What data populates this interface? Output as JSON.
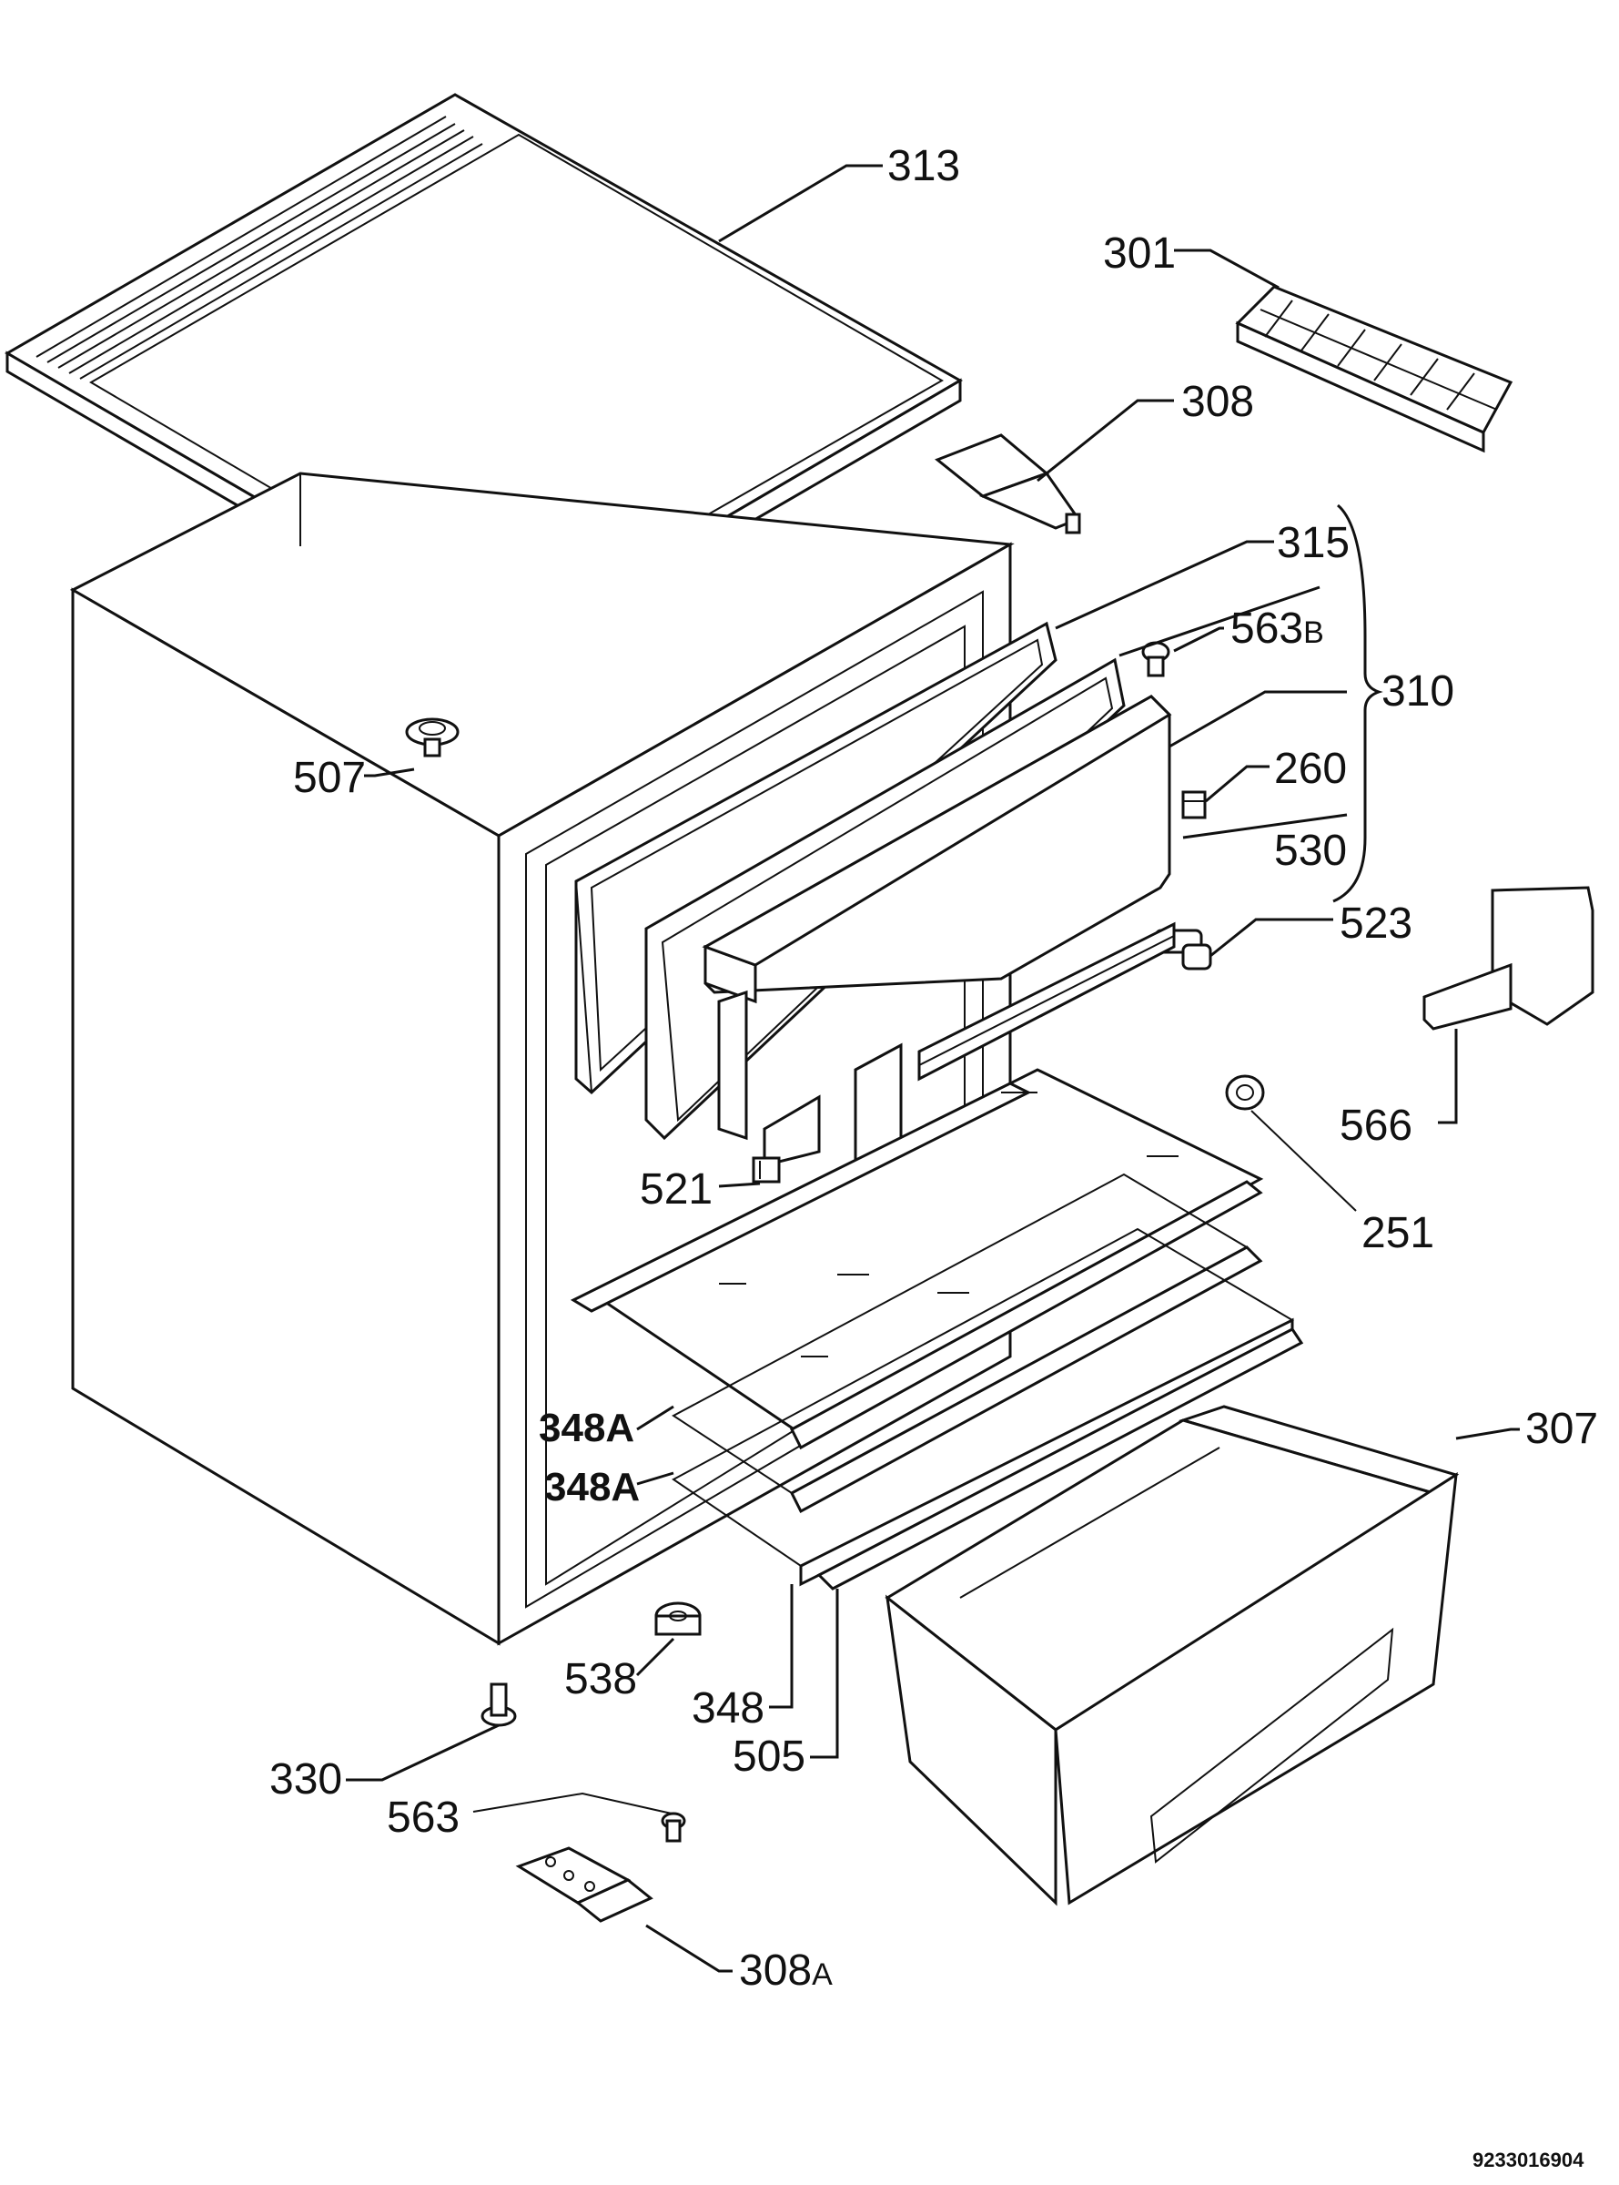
{
  "diagram": {
    "labels": {
      "l313": "313",
      "l301": "301",
      "l308": "308",
      "l315": "315",
      "l563b": "563",
      "l563b_sfx": "B",
      "l310": "310",
      "l507": "507",
      "l260": "260",
      "l530": "530",
      "l523": "523",
      "l566": "566",
      "l521": "521",
      "l251": "251",
      "l348a_1": "348A",
      "l348a_2": "348A",
      "l307": "307",
      "l538": "538",
      "l348": "348",
      "l330": "330",
      "l505": "505",
      "l563": "563",
      "l308a": "308",
      "l308a_sfx": "A"
    },
    "drawing_code": "9233016904"
  }
}
